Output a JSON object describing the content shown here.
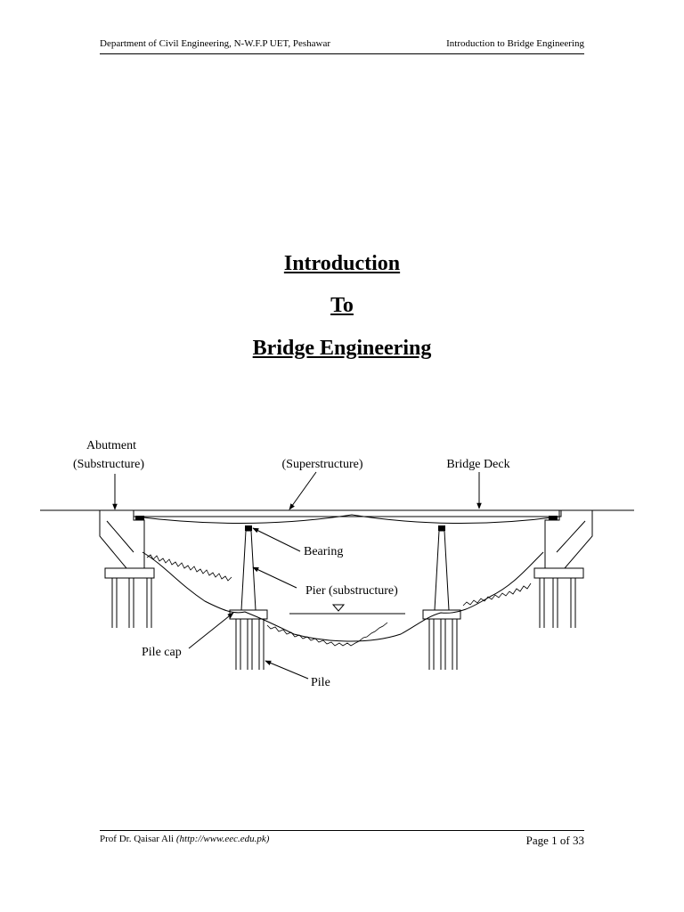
{
  "header": {
    "left": "Department of Civil Engineering, N-W.F.P UET, Peshawar",
    "right": "Introduction to Bridge Engineering"
  },
  "title": {
    "line1": "Introduction",
    "line2": "To",
    "line3": "Bridge Engineering"
  },
  "diagram": {
    "labels": {
      "abutment": "Abutment",
      "substructure": "(Substructure)",
      "superstructure": "(Superstructure)",
      "bridge_deck": "Bridge Deck",
      "bearing": "Bearing",
      "pier": "Pier (substructure)",
      "pile_cap": "Pile cap",
      "pile": "Pile"
    }
  },
  "footer": {
    "author": "Prof Dr. Qaisar Ali",
    "url": "(http://www.eec.edu.pk)",
    "page": "Page 1 of 33"
  }
}
